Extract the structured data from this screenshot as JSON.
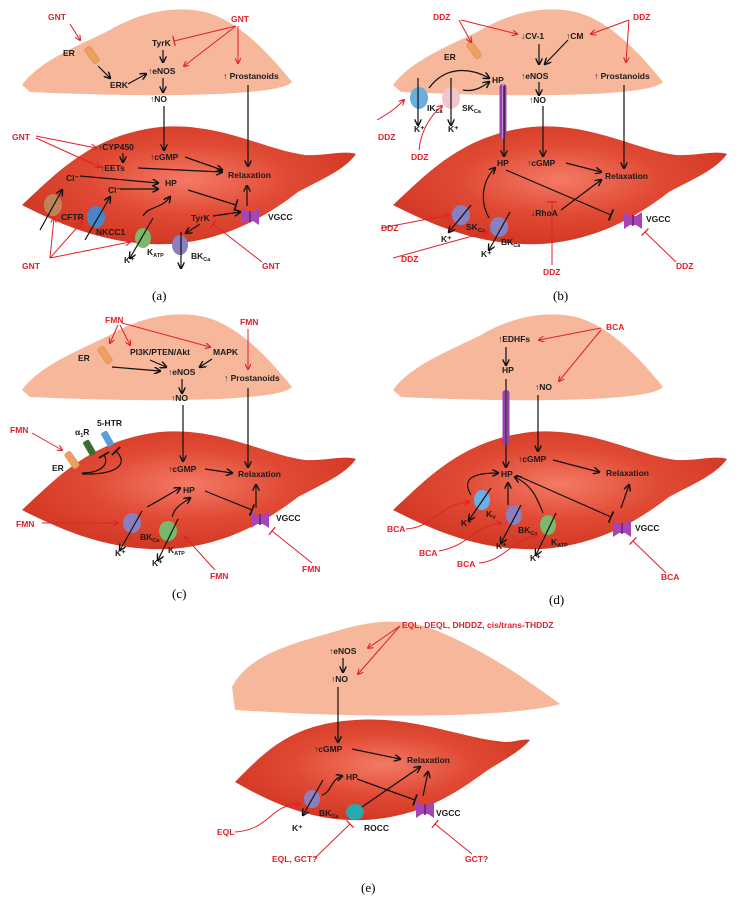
{
  "colors": {
    "endothelium": "#f7b79a",
    "smooth_muscle": "#d8402c",
    "drug": "#e0202a",
    "arrow": "#111111"
  },
  "panels": {
    "a": {
      "caption": "(a)",
      "drug": "GNT",
      "er": "ER",
      "erk": "ERK",
      "tyrk": "TyrK",
      "enos": "↑eNOS",
      "no": "↑NO",
      "prostanoids": "↑ Prostanoids",
      "cyp450": "↑CYP450",
      "eets": "↑EETs",
      "cgmp": "↑cGMP",
      "relaxation": "Relaxation",
      "cl1": "Cl⁻",
      "cl2": "Cl⁻",
      "hp": "HP",
      "cftr": "CFTR",
      "nkcc1": "NKCC1",
      "tyrk2": "TyrK",
      "vgcc": "VGCC",
      "katp": {
        "base": "K",
        "sub": "ATP"
      },
      "kplus": "K⁺",
      "bkca": {
        "base": "BK",
        "sub": "Ca"
      }
    },
    "b": {
      "caption": "(b)",
      "drug": "DDZ",
      "cv1": "↓CV-1",
      "cm": "↑CM",
      "er": "ER",
      "enos": "↑eNOS",
      "no": "↑NO",
      "prostanoids": "↑ Prostanoids",
      "hp1": "HP",
      "ikca": {
        "base": "IK",
        "sub": "Ca"
      },
      "skca1": {
        "base": "SK",
        "sub": "Ca"
      },
      "kplus": "K⁺",
      "hp2": "HP",
      "cgmp": "↑cGMP",
      "relaxation": "Relaxation",
      "rhoa": "↓RhoA",
      "vgcc": "VGCC",
      "skca2": {
        "base": "SK",
        "sub": "Ca"
      },
      "bkca": {
        "base": "BK",
        "sub": "Ca"
      }
    },
    "c": {
      "caption": "(c)",
      "drug": "FMN",
      "er": "ER",
      "pi3k": "PI3K/PTEN/Akt",
      "mapk": "MAPK",
      "enos": "↑eNOS",
      "no": "↑NO",
      "prostanoids": "↑ Prostanoids",
      "a1r": {
        "base": "α",
        "sub": "1",
        "tail": "R"
      },
      "htr": "5-HTR",
      "er2": "ER",
      "cgmp": "↑cGMP",
      "relaxation": "Relaxation",
      "hp": "HP",
      "vgcc": "VGCC",
      "bkca": {
        "base": "BK",
        "sub": "Ca"
      },
      "katp": {
        "base": "K",
        "sub": "ATP"
      },
      "kplus": "K⁺"
    },
    "d": {
      "caption": "(d)",
      "drug": "BCA",
      "edhfs": "↑EDHFs",
      "hp1": "HP",
      "no": "↑NO",
      "cgmp": "↑cGMP",
      "hp2": "HP",
      "relaxation": "Relaxation",
      "kv": {
        "base": "K",
        "sub": "V"
      },
      "bkca": {
        "base": "BK",
        "sub": "Ca"
      },
      "katp": {
        "base": "K",
        "sub": "ATP"
      },
      "kplus": "K⁺",
      "vgcc": "VGCC"
    },
    "e": {
      "caption": "(e)",
      "drugs_top": "EQL, DEQL, DHDDZ, cis/trans-THDDZ",
      "enos": "↑eNOS",
      "no": "↑NO",
      "cgmp": "↑cGMP",
      "relaxation": "Relaxation",
      "hp": "HP",
      "bkca": {
        "base": "BK",
        "sub": "Ca"
      },
      "kplus": "K⁺",
      "rocc": "ROCC",
      "vgcc": "VGCC",
      "drug_bk": "EQL",
      "drug_rocc": "EQL, GCT?",
      "drug_vgcc": "GCT?"
    }
  }
}
